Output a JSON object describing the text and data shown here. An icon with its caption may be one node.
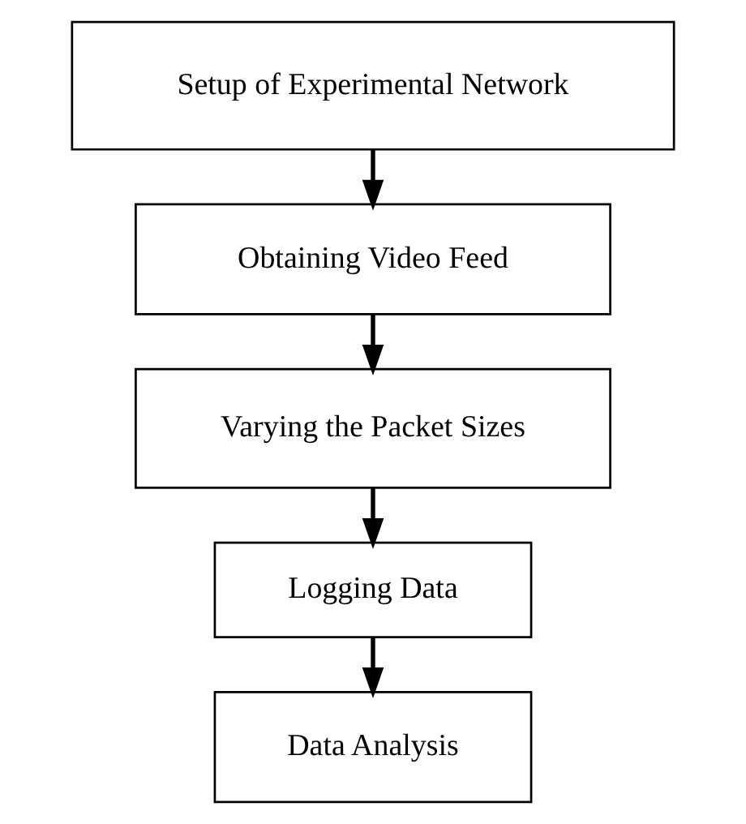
{
  "diagram": {
    "nodes": [
      {
        "text": [
          "Setup of Experimental Network"
        ]
      },
      {
        "text": [
          "Obtaining Video Feed"
        ]
      },
      {
        "text": [
          "Varying the Packet Sizes"
        ]
      },
      {
        "text": [
          "Logging Data"
        ]
      },
      {
        "text": [
          "Data Analysis"
        ]
      }
    ],
    "edges": [
      {
        "from": 0,
        "to": 1,
        "arrow": "to"
      },
      {
        "from": 1,
        "to": 2,
        "arrow": "to"
      },
      {
        "from": 2,
        "to": 3,
        "arrow": "to"
      },
      {
        "from": 3,
        "to": 4,
        "arrow": "to"
      }
    ]
  }
}
